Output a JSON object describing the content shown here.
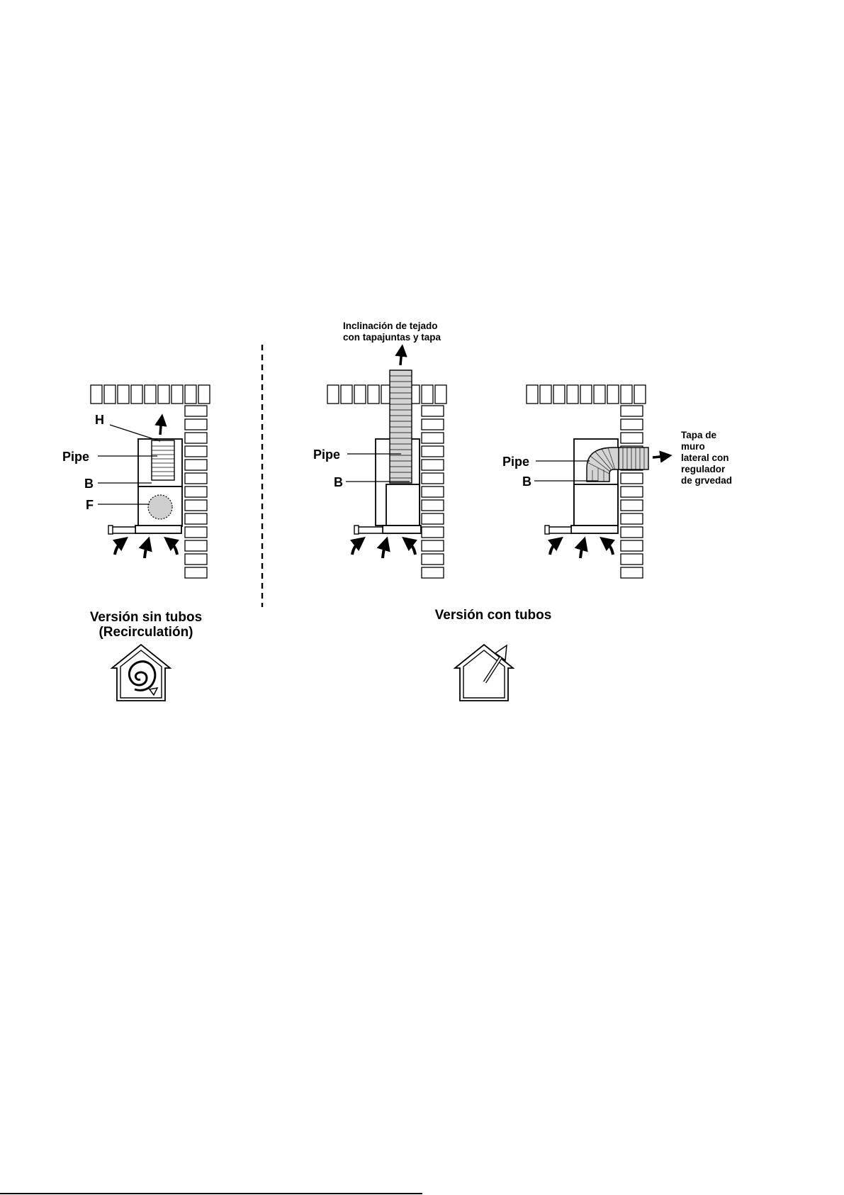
{
  "diagram": {
    "left": {
      "labels": {
        "h": "H",
        "pipe": "Pipe",
        "b": "B",
        "f": "F"
      },
      "caption_line1": "Versión sin tubos",
      "caption_line2": "(Recirculatión)",
      "icon": "recirculation-house-icon"
    },
    "right": {
      "caption": "Versión con tubos",
      "icon": "ducted-house-icon",
      "roof": {
        "note_line1": "Inclinación de tejado",
        "note_line2": "con tapajuntas y tapa",
        "labels": {
          "pipe": "Pipe",
          "b": "B"
        }
      },
      "wall": {
        "labels": {
          "pipe": "Pipe",
          "b": "B"
        },
        "note_lines": [
          "Tapa de",
          "muro",
          "lateral con",
          "regulador",
          "de grvedad"
        ]
      }
    },
    "colors": {
      "ink": "#000000",
      "pipe_fill": "#d4d4d4",
      "filter_fill": "#cfcfcf",
      "page": "#ffffff"
    }
  }
}
